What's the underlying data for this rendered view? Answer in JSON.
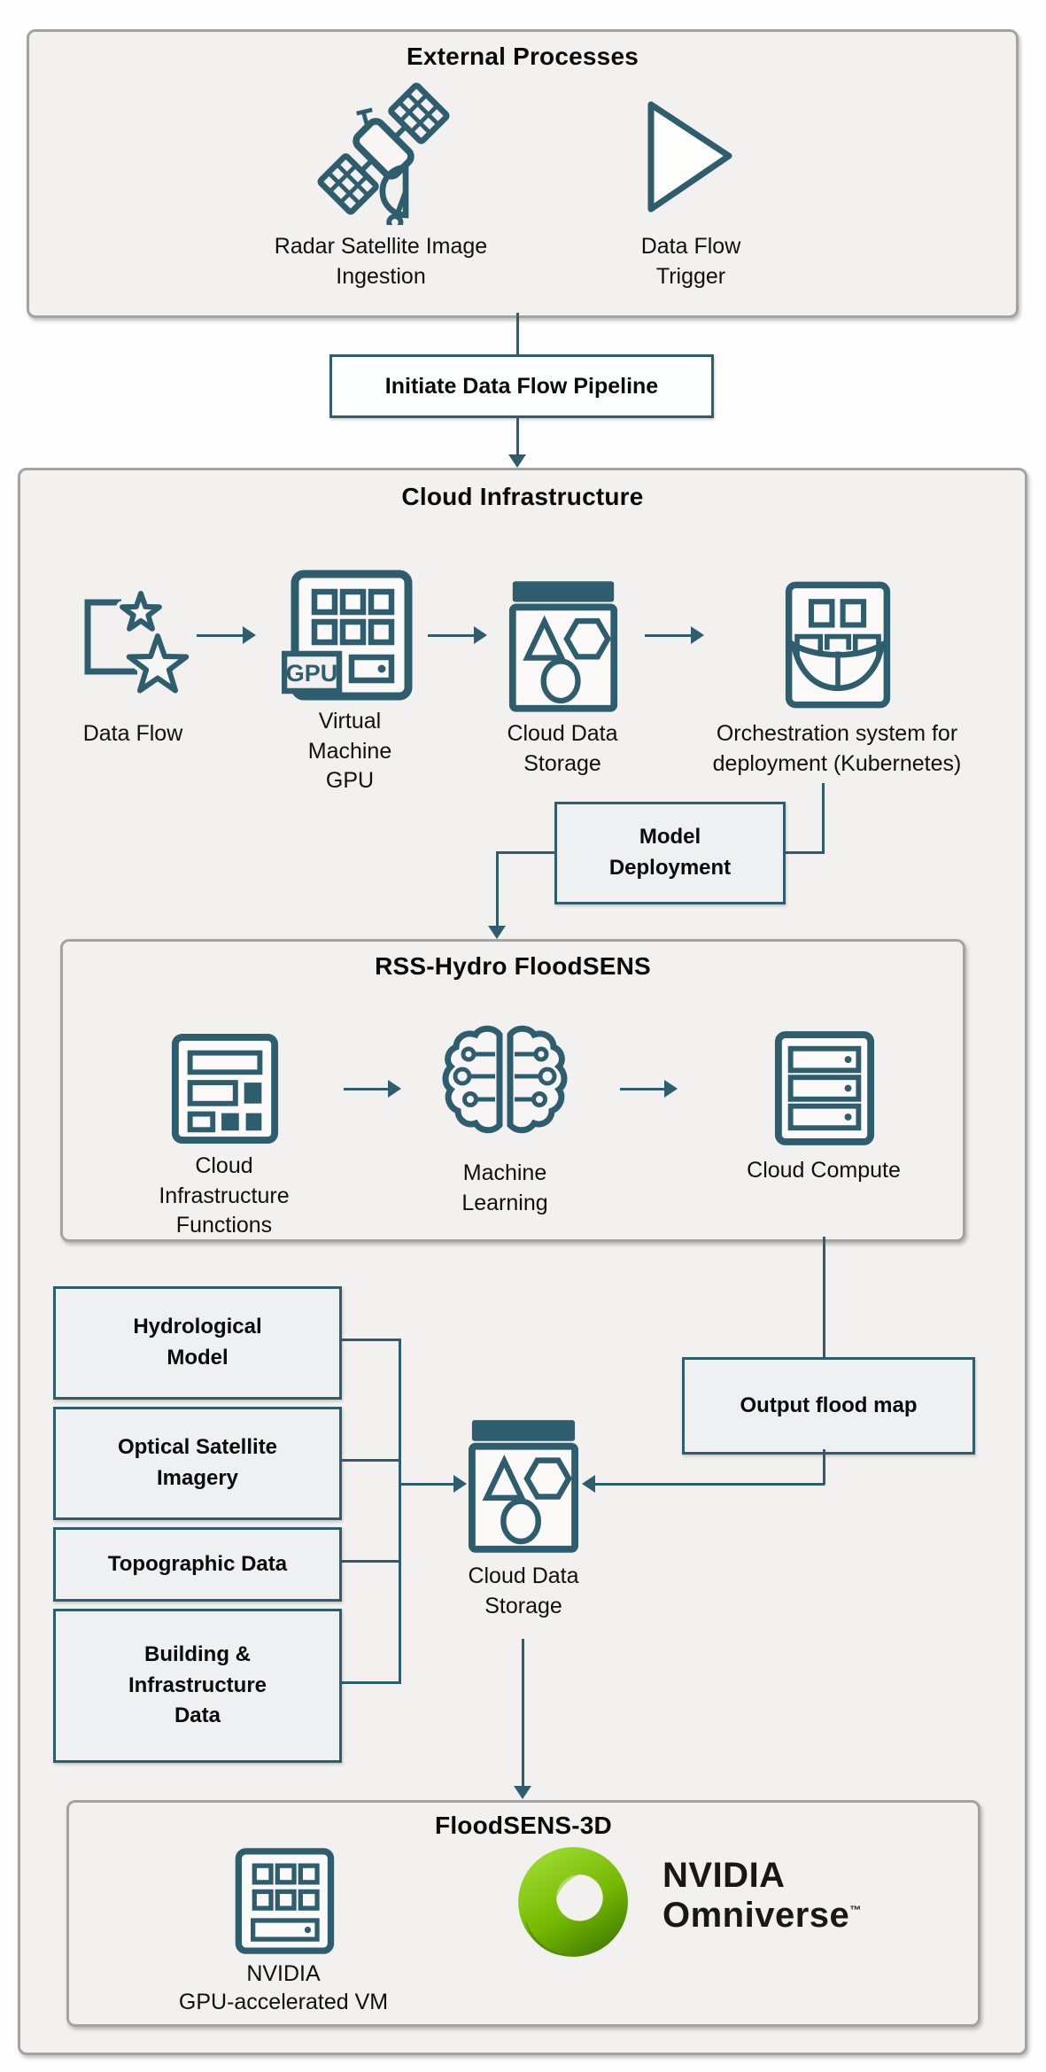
{
  "colors": {
    "accent_teal": "#2e5d6d",
    "panel_bg": "#f2f1ef",
    "panel_border": "#a5a3a0",
    "inner_box_bg": "#eef0f1",
    "nvidia_green": "#76b900"
  },
  "diagram": {
    "external": {
      "title": "External Processes",
      "satellite": {
        "icon": "satellite-icon",
        "label": "Radar Satellite Image\nIngestion"
      },
      "trigger": {
        "icon": "play-icon",
        "label": "Data Flow\nTrigger"
      }
    },
    "pipeline": {
      "label": "Initiate Data Flow Pipeline"
    },
    "cloud": {
      "title": "Cloud Infrastructure",
      "flow": [
        {
          "icon": "data-flow-icon",
          "label": "Data Flow"
        },
        {
          "icon": "vm-gpu-icon",
          "label": "Virtual\nMachine\nGPU",
          "badge": "GPU"
        },
        {
          "icon": "cloud-storage-icon",
          "label": "Cloud Data\nStorage"
        },
        {
          "icon": "container-ship-icon",
          "label": "Orchestration system for\ndeployment (Kubernetes)"
        }
      ],
      "model_deployment": "Model\nDeployment"
    },
    "rss": {
      "title": "RSS-Hydro FloodSENS",
      "flow": [
        {
          "icon": "cloud-functions-icon",
          "label": "Cloud Infrastructure\nFunctions"
        },
        {
          "icon": "machine-learning-brain-icon",
          "label": "Machine\nLearning"
        },
        {
          "icon": "server-rack-icon",
          "label": "Cloud Compute"
        }
      ]
    },
    "inputs": [
      {
        "label": "Hydrological\nModel"
      },
      {
        "label": "Optical Satellite\nImagery"
      },
      {
        "label": "Topographic Data"
      },
      {
        "label": "Building &\nInfrastructure\nData"
      }
    ],
    "output_flood_map": {
      "label": "Output flood map"
    },
    "storage": {
      "icon": "cloud-storage-icon",
      "label": "Cloud Data\nStorage"
    },
    "floodsens3d": {
      "title": "FloodSENS-3D",
      "vm": {
        "icon": "vm-icon",
        "label": "NVIDIA\nGPU-accelerated VM"
      },
      "omniverse": {
        "icon": "nvidia-omniverse-logo",
        "brand": "NVIDIA",
        "product": "Omniverse",
        "tm": "™"
      }
    }
  }
}
